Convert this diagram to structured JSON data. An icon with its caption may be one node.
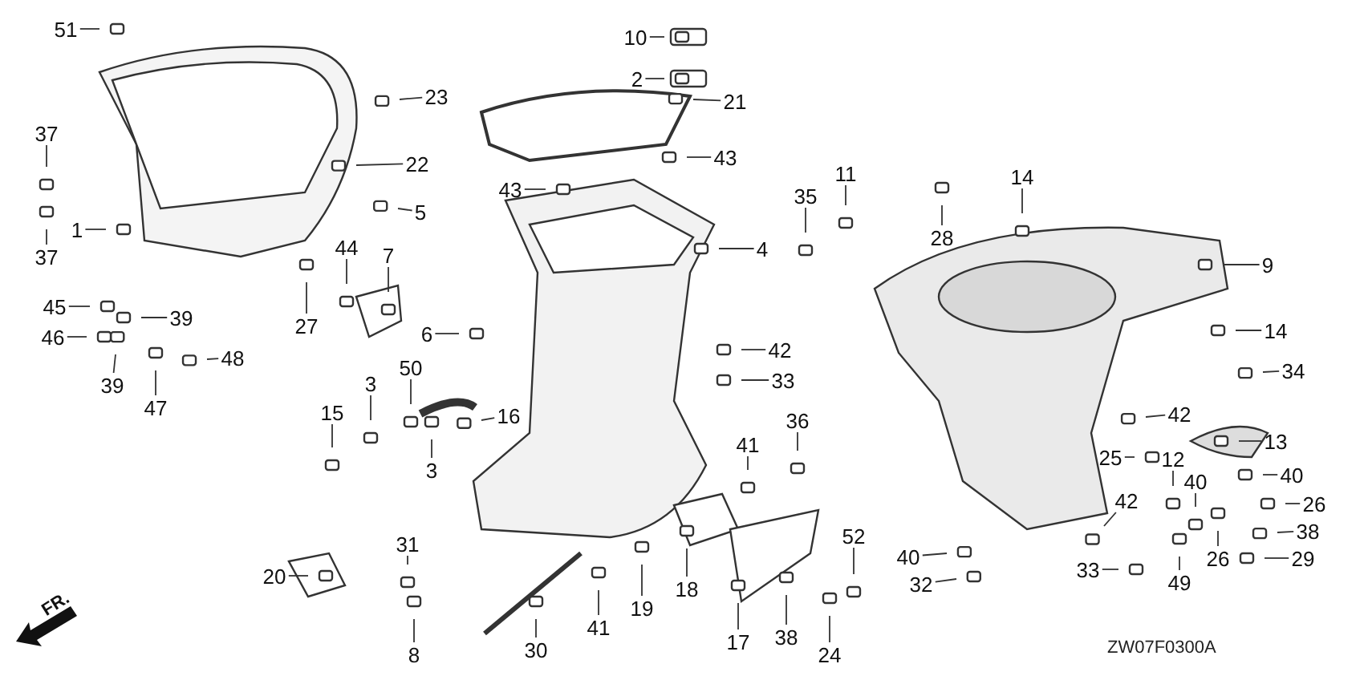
{
  "diagram": {
    "nodes": [
      {
        "text": [
          "51"
        ]
      },
      {
        "text": [
          "23"
        ]
      },
      {
        "text": [
          "21"
        ]
      },
      {
        "text": [
          "10"
        ]
      },
      {
        "text": [
          "2"
        ]
      },
      {
        "text": [
          "37"
        ]
      },
      {
        "text": [
          "22"
        ]
      },
      {
        "text": [
          "43"
        ]
      },
      {
        "text": [
          "43"
        ]
      },
      {
        "text": [
          "11"
        ]
      },
      {
        "text": [
          "35"
        ]
      },
      {
        "text": [
          "14"
        ]
      },
      {
        "text": [
          "5"
        ]
      },
      {
        "text": [
          "37"
        ]
      },
      {
        "text": [
          "1"
        ]
      },
      {
        "text": [
          "4"
        ]
      },
      {
        "text": [
          "28"
        ]
      },
      {
        "text": [
          "9"
        ]
      },
      {
        "text": [
          "44"
        ]
      },
      {
        "text": [
          "7"
        ]
      },
      {
        "text": [
          "27"
        ]
      },
      {
        "text": [
          "6"
        ]
      },
      {
        "text": [
          "45"
        ]
      },
      {
        "text": [
          "39"
        ]
      },
      {
        "text": [
          "46"
        ]
      },
      {
        "text": [
          "48"
        ]
      },
      {
        "text": [
          "39"
        ]
      },
      {
        "text": [
          "47"
        ]
      },
      {
        "text": [
          "42"
        ]
      },
      {
        "text": [
          "14"
        ]
      },
      {
        "text": [
          "34"
        ]
      },
      {
        "text": [
          "33"
        ]
      },
      {
        "text": [
          "50"
        ]
      },
      {
        "text": [
          "3"
        ]
      },
      {
        "text": [
          "15"
        ]
      },
      {
        "text": [
          "16"
        ]
      },
      {
        "text": [
          "3"
        ]
      },
      {
        "text": [
          "36"
        ]
      },
      {
        "text": [
          "41"
        ]
      },
      {
        "text": [
          "42"
        ]
      },
      {
        "text": [
          "13"
        ]
      },
      {
        "text": [
          "25"
        ]
      },
      {
        "text": [
          "12"
        ]
      },
      {
        "text": [
          "40"
        ]
      },
      {
        "text": [
          "40"
        ]
      },
      {
        "text": [
          "26"
        ]
      },
      {
        "text": [
          "42"
        ]
      },
      {
        "text": [
          "52"
        ]
      },
      {
        "text": [
          "31"
        ]
      },
      {
        "text": [
          "20"
        ]
      },
      {
        "text": [
          "38"
        ]
      },
      {
        "text": [
          "40"
        ]
      },
      {
        "text": [
          "26"
        ]
      },
      {
        "text": [
          "29"
        ]
      },
      {
        "text": [
          "33"
        ]
      },
      {
        "text": [
          "18"
        ]
      },
      {
        "text": [
          "19"
        ]
      },
      {
        "text": [
          "41"
        ]
      },
      {
        "text": [
          "32"
        ]
      },
      {
        "text": [
          "49"
        ]
      },
      {
        "text": [
          "8"
        ]
      },
      {
        "text": [
          "30"
        ]
      },
      {
        "text": [
          "17"
        ]
      },
      {
        "text": [
          "38"
        ]
      },
      {
        "text": [
          "24"
        ]
      }
    ],
    "edges": [
      {
        "from": 0,
        "to": null,
        "arrow": "none"
      },
      {
        "from": 1,
        "to": null,
        "arrow": "none"
      },
      {
        "from": 2,
        "to": null,
        "arrow": "none"
      },
      {
        "from": 3,
        "to": null,
        "arrow": "none"
      },
      {
        "from": 4,
        "to": null,
        "arrow": "none"
      },
      {
        "from": 5,
        "to": null,
        "arrow": "none"
      },
      {
        "from": 6,
        "to": null,
        "arrow": "none"
      },
      {
        "from": 7,
        "to": null,
        "arrow": "none"
      },
      {
        "from": 8,
        "to": null,
        "arrow": "none"
      },
      {
        "from": 9,
        "to": null,
        "arrow": "none"
      },
      {
        "from": 10,
        "to": null,
        "arrow": "none"
      },
      {
        "from": 11,
        "to": null,
        "arrow": "none"
      },
      {
        "from": 12,
        "to": null,
        "arrow": "none"
      },
      {
        "from": 13,
        "to": null,
        "arrow": "none"
      },
      {
        "from": 14,
        "to": null,
        "arrow": "none"
      },
      {
        "from": 15,
        "to": null,
        "arrow": "none"
      },
      {
        "from": 16,
        "to": null,
        "arrow": "none"
      },
      {
        "from": 17,
        "to": null,
        "arrow": "none"
      },
      {
        "from": 18,
        "to": null,
        "arrow": "none"
      },
      {
        "from": 19,
        "to": null,
        "arrow": "none"
      },
      {
        "from": 20,
        "to": null,
        "arrow": "none"
      },
      {
        "from": 21,
        "to": null,
        "arrow": "none"
      },
      {
        "from": 22,
        "to": null,
        "arrow": "none"
      },
      {
        "from": 23,
        "to": null,
        "arrow": "none"
      },
      {
        "from": 24,
        "to": null,
        "arrow": "none"
      },
      {
        "from": 25,
        "to": null,
        "arrow": "none"
      },
      {
        "from": 26,
        "to": null,
        "arrow": "none"
      },
      {
        "from": 27,
        "to": null,
        "arrow": "none"
      },
      {
        "from": 28,
        "to": null,
        "arrow": "none"
      },
      {
        "from": 29,
        "to": null,
        "arrow": "none"
      },
      {
        "from": 30,
        "to": null,
        "arrow": "none"
      },
      {
        "from": 31,
        "to": null,
        "arrow": "none"
      },
      {
        "from": 32,
        "to": null,
        "arrow": "none"
      },
      {
        "from": 33,
        "to": null,
        "arrow": "none"
      },
      {
        "from": 34,
        "to": null,
        "arrow": "none"
      },
      {
        "from": 35,
        "to": null,
        "arrow": "none"
      },
      {
        "from": 36,
        "to": null,
        "arrow": "none"
      },
      {
        "from": 37,
        "to": null,
        "arrow": "none"
      },
      {
        "from": 38,
        "to": null,
        "arrow": "none"
      },
      {
        "from": 39,
        "to": null,
        "arrow": "none"
      },
      {
        "from": 40,
        "to": null,
        "arrow": "none"
      },
      {
        "from": 41,
        "to": null,
        "arrow": "none"
      },
      {
        "from": 42,
        "to": null,
        "arrow": "none"
      },
      {
        "from": 43,
        "to": null,
        "arrow": "none"
      },
      {
        "from": 44,
        "to": null,
        "arrow": "none"
      },
      {
        "from": 45,
        "to": null,
        "arrow": "none"
      },
      {
        "from": 46,
        "to": null,
        "arrow": "none"
      },
      {
        "from": 47,
        "to": null,
        "arrow": "none"
      },
      {
        "from": 48,
        "to": null,
        "arrow": "none"
      },
      {
        "from": 49,
        "to": null,
        "arrow": "none"
      },
      {
        "from": 50,
        "to": null,
        "arrow": "none"
      },
      {
        "from": 51,
        "to": null,
        "arrow": "none"
      },
      {
        "from": 52,
        "to": null,
        "arrow": "none"
      },
      {
        "from": 53,
        "to": null,
        "arrow": "none"
      },
      {
        "from": 54,
        "to": null,
        "arrow": "none"
      },
      {
        "from": 55,
        "to": null,
        "arrow": "none"
      },
      {
        "from": 56,
        "to": null,
        "arrow": "none"
      },
      {
        "from": 57,
        "to": null,
        "arrow": "none"
      },
      {
        "from": 58,
        "to": null,
        "arrow": "none"
      },
      {
        "from": 59,
        "to": null,
        "arrow": "none"
      },
      {
        "from": 60,
        "to": null,
        "arrow": "none"
      },
      {
        "from": 61,
        "to": null,
        "arrow": "none"
      },
      {
        "from": 62,
        "to": null,
        "arrow": "none"
      },
      {
        "from": 63,
        "to": null,
        "arrow": "none"
      },
      {
        "from": 64,
        "to": null,
        "arrow": "none"
      }
    ],
    "labels": [
      "FR.",
      "ZW07F0300A"
    ]
  }
}
